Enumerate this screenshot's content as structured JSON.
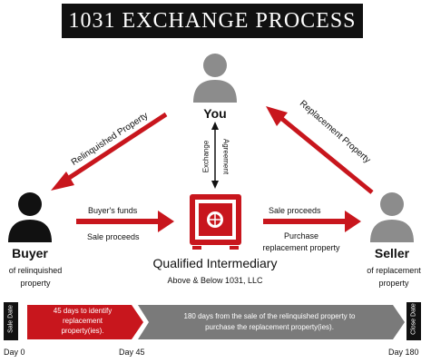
{
  "title": "1031 EXCHANGE PROCESS",
  "you": {
    "label": "You"
  },
  "buyer": {
    "title": "Buyer",
    "subtitle_line1": "of relinquished",
    "subtitle_line2": "property"
  },
  "seller": {
    "title": "Seller",
    "subtitle_line1": "of replacement",
    "subtitle_line2": "property"
  },
  "intermediary": {
    "title": "Qualified Intermediary",
    "subtitle": "Above & Below 1031, LLC"
  },
  "arrows": {
    "relinquished": "Relinquished Property",
    "replacement": "Replacement Property",
    "exchange": "Exchange",
    "agreement": "Agreement",
    "buyers_funds": "Buyer's funds",
    "buyer_sale_proceeds": "Sale proceeds",
    "seller_sale_proceeds": "Sale proceeds",
    "purchase_line1": "Purchase",
    "purchase_line2": "replacement property"
  },
  "timeline": {
    "sale_date": "Sale Date",
    "close_date": "Close Date",
    "identify_line1": "45 days to identify",
    "identify_line2": "replacement",
    "identify_line3": "property(ies).",
    "purchase_line1": "180 days from the sale of the relinquished property to",
    "purchase_line2": "purchase the replacement property(ies).",
    "day0": "Day 0",
    "day45": "Day 45",
    "day180": "Day 180"
  },
  "colors": {
    "red": "#c8161d",
    "gray_person": "#8c8c8c",
    "black": "#111111",
    "gray_bar": "#7a7a7a"
  }
}
